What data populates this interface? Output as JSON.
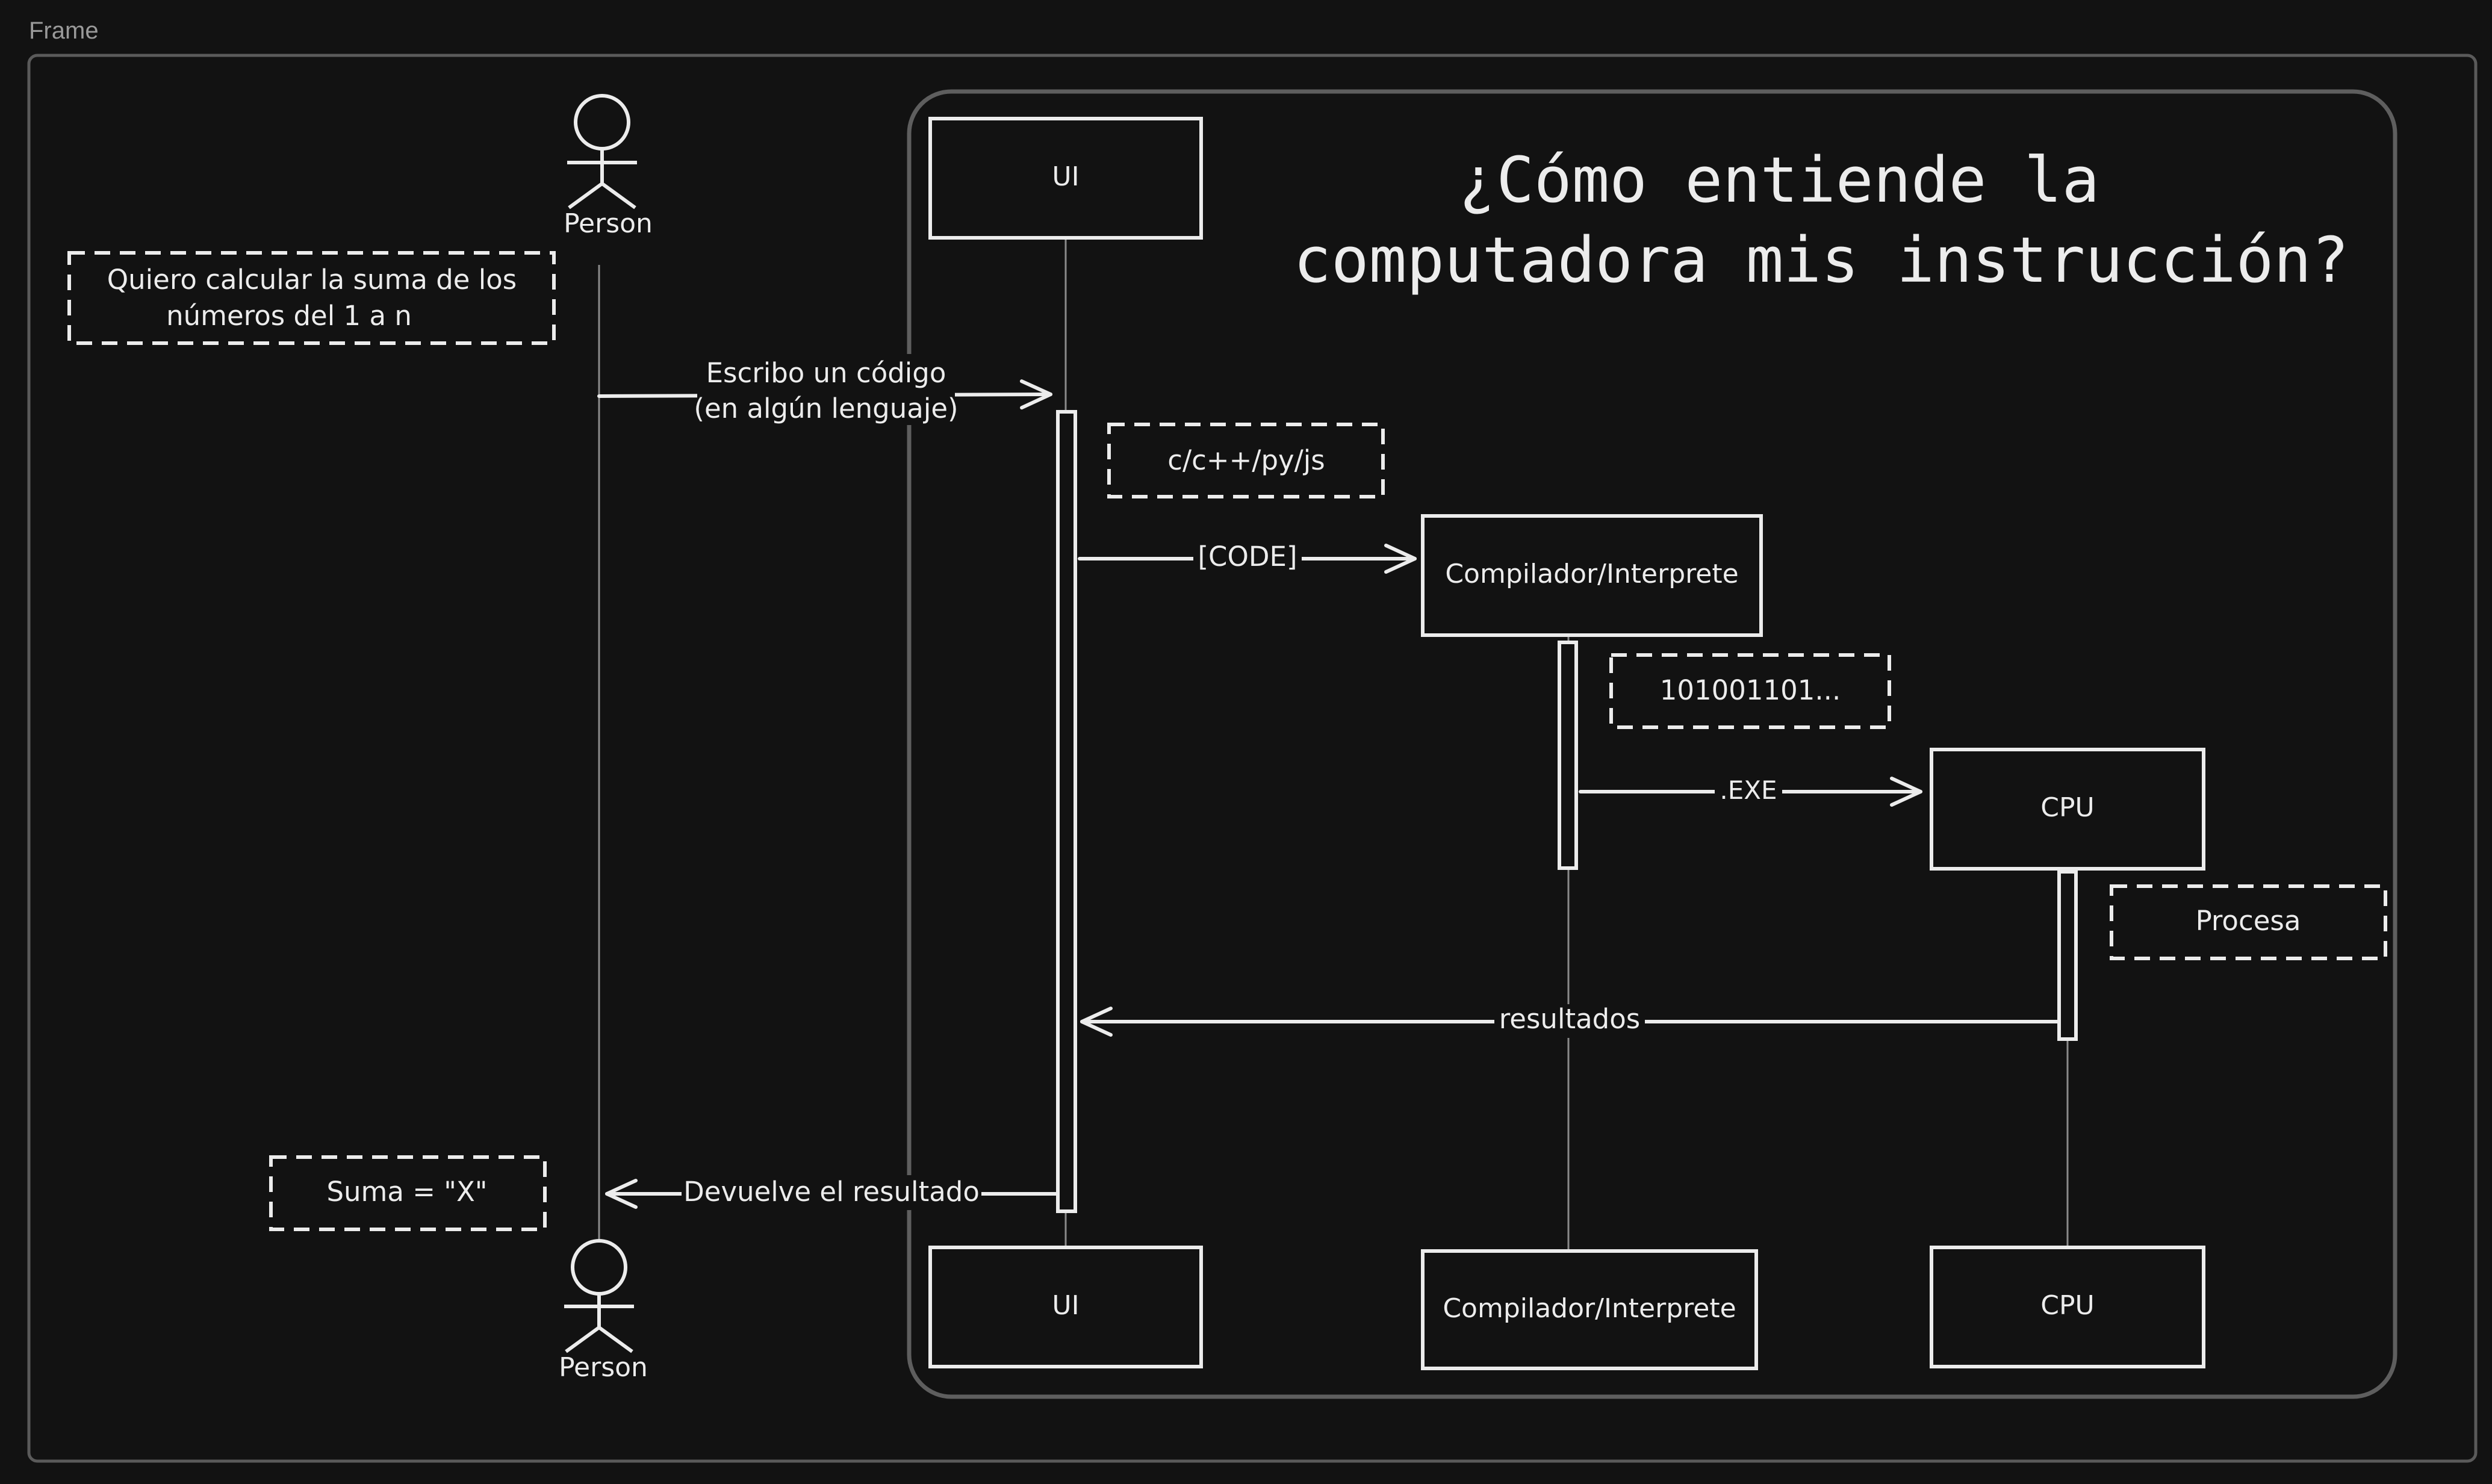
{
  "frame": {
    "label": "Frame"
  },
  "title": {
    "line1": "¿Cómo entiende la",
    "line2": "computadora mis instrucción?"
  },
  "actors": {
    "top": "Person",
    "bottom": "Person"
  },
  "participants": {
    "ui_top": "UI",
    "ui_bottom": "UI",
    "compiler_top": "Compilador/Interprete",
    "compiler_bottom": "Compilador/Interprete",
    "cpu_top": "CPU",
    "cpu_bottom": "CPU"
  },
  "notes": {
    "goal_line1": "Quiero calcular la suma de los",
    "goal_line2": "números del 1 a n",
    "languages": "c/c++/py/js",
    "binary": "101001101...",
    "process": "Procesa",
    "result": "Suma = \"X\""
  },
  "messages": {
    "write_code_line1": "Escribo un código",
    "write_code_line2": "(en algún lenguaje)",
    "code": "[CODE]",
    "exe": ".EXE",
    "results": "resultados",
    "return_result": "Devuelve el resultado"
  }
}
